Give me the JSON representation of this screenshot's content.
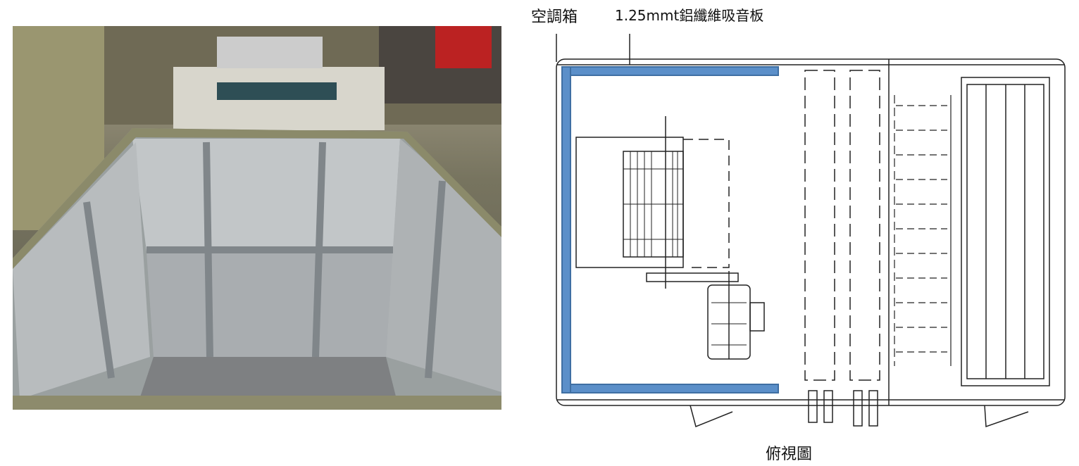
{
  "labels": {
    "unit": "空調箱",
    "panel": "1.25mmt鋁纖維吸音板",
    "caption": "俯視圖"
  },
  "colors": {
    "panel_highlight": "#5b8fc9",
    "line": "#222222"
  }
}
